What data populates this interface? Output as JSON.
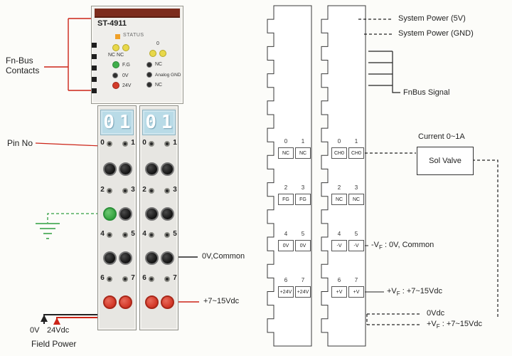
{
  "colors": {
    "top_bar": "#7c2c1d",
    "status_led": "#f0a028",
    "accent_red": "#cc2418",
    "ground_green": "#2f9e41",
    "display_blue": "#b9dbe7",
    "terminal_green": "#33a23d",
    "terminal_red": "#d03222"
  },
  "module": {
    "title": "ST-4911",
    "status_label": "STATUS",
    "led_labels": {
      "nc_nc": "NC  NC",
      "zero": "0",
      "fg": "F.G",
      "nc_right1": "NC",
      "ov": "0V",
      "analog_gnd": "Analog GND",
      "v24": "24V",
      "nc_right2": "NC"
    },
    "display_digits": [
      "0",
      "1"
    ],
    "pin_numbers": [
      "0",
      "1",
      "2",
      "3",
      "4",
      "5",
      "6",
      "7"
    ]
  },
  "left_labels": {
    "fnbus_line1": "Fn-Bus",
    "fnbus_line2": "Contacts",
    "pin_no": "Pin No",
    "ov_common": "0V,Common",
    "vdc_arrow": "+7~15Vdc",
    "field_ov": "0V",
    "field_24v": "24Vdc",
    "field_power": "Field Power"
  },
  "right_panel": {
    "system_power_5v": "System Power (5V)",
    "system_power_gnd": "System Power (GND)",
    "fnbus_signal": "FnBus Signal",
    "current_label": "Current 0~1A",
    "sol_valve": "Sol Valve",
    "grid_left": {
      "pins": [
        "0",
        "1",
        "2",
        "3",
        "4",
        "5",
        "6",
        "7"
      ],
      "cells": [
        "NC",
        "NC",
        "FG",
        "FG",
        "0V",
        "0V",
        "+24V",
        "+24V"
      ]
    },
    "grid_right": {
      "pins": [
        "0",
        "1",
        "2",
        "3",
        "4",
        "5",
        "6",
        "7"
      ],
      "cells": [
        "CH0",
        "CH0",
        "NC",
        "NC",
        "-V",
        "-V",
        "+V",
        "+V"
      ]
    },
    "minus_vf": {
      "pre": "-V",
      "sub": "F",
      "post": " : 0V, Common"
    },
    "plus_vf": {
      "pre": "+V",
      "sub": "F",
      "post": " : +7~15Vdc"
    },
    "ovdc": "0Vdc",
    "bottom_vf": {
      "pre": "+V",
      "sub": "F",
      "post": " : +7~15Vdc"
    }
  }
}
